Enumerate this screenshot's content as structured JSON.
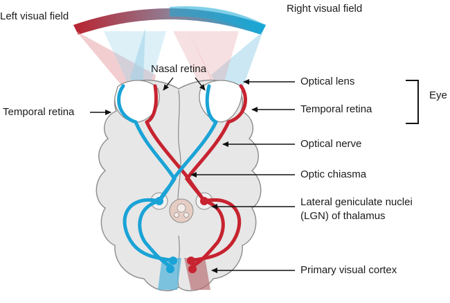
{
  "colors": {
    "left_field": "#b8222f",
    "right_field": "#18a7d6",
    "cone_red": "#e8a6aa",
    "cone_blue": "#9fd3ea",
    "brain_fill": "#e7e7e7",
    "brain_stroke": "#8a8a8a"
  },
  "field_labels": {
    "left": "Left visual field",
    "right": "Right visual field"
  },
  "labels": {
    "nasal_retina": "Nasal retina",
    "temporal_retina_left": "Temporal retina",
    "optical_lens": "Optical lens",
    "temporal_retina_right": "Temporal retina",
    "eye": "Eye",
    "optical_nerve": "Optical nerve",
    "optic_chiasma": "Optic chiasma",
    "lgn_line1": "Lateral geniculate nuclei",
    "lgn_line2": "(LGN) of thalamus",
    "primary_visual_cortex": "Primary visual cortex"
  }
}
